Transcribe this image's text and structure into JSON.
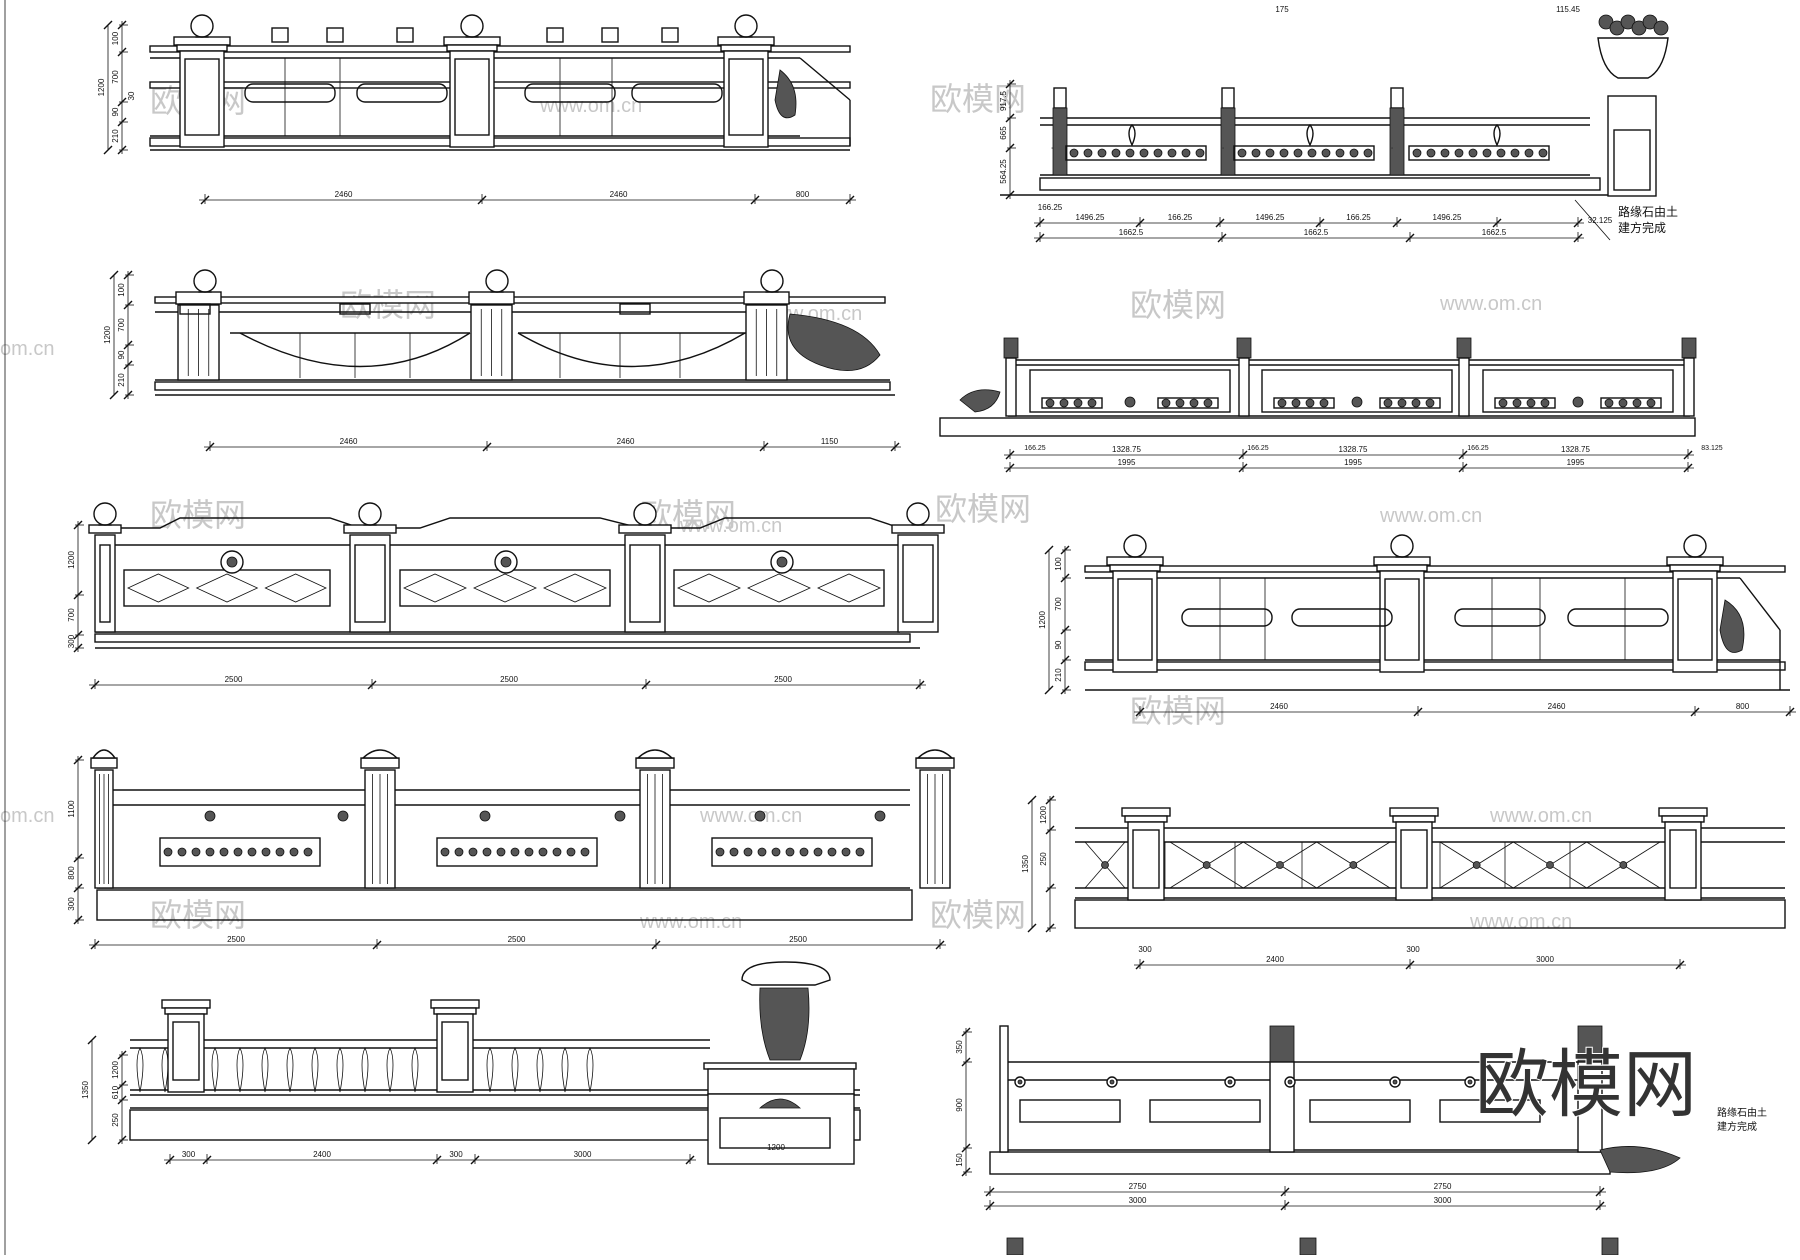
{
  "watermark": {
    "brand": "欧模网",
    "site": "www.om.cn",
    "site_short": "om.cn"
  },
  "drawings": [
    {
      "id": "L1",
      "dims": [
        "2460",
        "2460",
        "800"
      ],
      "heights": [
        "100",
        "700",
        "90",
        "210"
      ],
      "total": "1200",
      "extra": [
        "30"
      ]
    },
    {
      "id": "R1",
      "dims": [
        "1496.25",
        "166.25",
        "1496.25",
        "166.25",
        "1496.25"
      ],
      "dims2": [
        "1662.5",
        "1662.5",
        "1662.5"
      ],
      "small": [
        "166.25",
        "166.25",
        "32.125"
      ],
      "heights": [
        "917.5",
        "665",
        "564.25"
      ],
      "top": [
        "175",
        "115.45"
      ],
      "note": [
        "路缘石由土",
        "建方完成"
      ]
    },
    {
      "id": "L2",
      "dims": [
        "2460",
        "2460",
        "1150"
      ],
      "heights": [
        "100",
        "700",
        "90",
        "210"
      ],
      "total": "1200"
    },
    {
      "id": "R2",
      "dims": [
        "1328.75",
        "1328.75",
        "1328.75"
      ],
      "dims2": [
        "1995",
        "1995",
        "1995"
      ],
      "small": [
        "166.25",
        "166.25",
        "166.25",
        "83.125"
      ]
    },
    {
      "id": "L3",
      "dims": [
        "2500",
        "2500",
        "2500"
      ],
      "heights": [
        "1200",
        "700",
        "300"
      ]
    },
    {
      "id": "R3",
      "dims": [
        "2460",
        "2460",
        "800"
      ],
      "heights": [
        "100",
        "700",
        "90",
        "210"
      ],
      "total": "1200"
    },
    {
      "id": "L4",
      "dims": [
        "2500",
        "2500",
        "2500"
      ],
      "heights": [
        "1100",
        "800",
        "300"
      ]
    },
    {
      "id": "R4",
      "dims": [
        "2400",
        "3000"
      ],
      "small": [
        "300",
        "300"
      ],
      "heights": [
        "1350",
        "1200",
        "250"
      ]
    },
    {
      "id": "L5",
      "dims": [
        "2400",
        "3000"
      ],
      "small": [
        "300",
        "300",
        "1200"
      ],
      "heights": [
        "1350",
        "1200",
        "610",
        "250"
      ]
    },
    {
      "id": "R5",
      "dims": [
        "2750",
        "2750"
      ],
      "dims2": [
        "3000",
        "3000"
      ],
      "heights": [
        "350",
        "900",
        "150"
      ],
      "note": [
        "路缘石由土",
        "建方完成"
      ]
    }
  ]
}
